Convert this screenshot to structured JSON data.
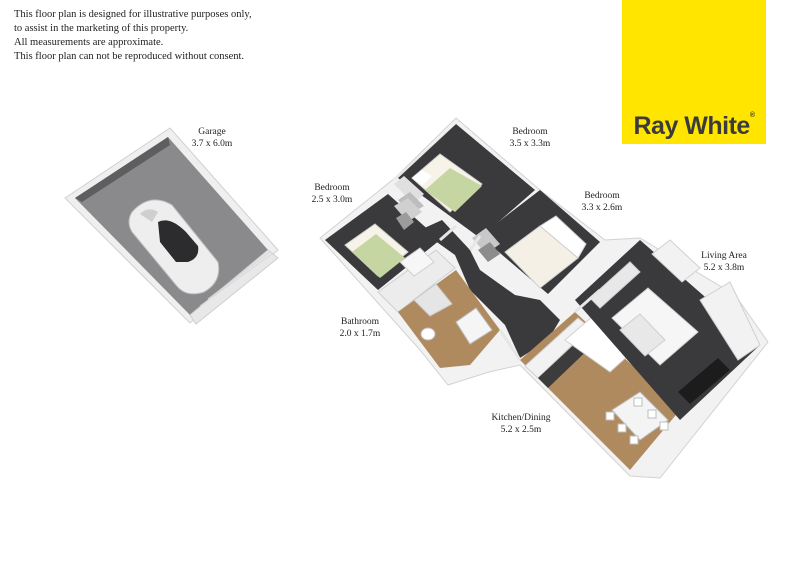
{
  "disclaimer": [
    "This floor plan is designed for illustrative purposes only,",
    "to assist in the marketing of this property.",
    "All measurements are approximate.",
    "This floor plan can not be reproduced without consent."
  ],
  "logo": {
    "text": "Ray White",
    "reg_mark": "®",
    "background": "#ffe500",
    "color": "#3b3b3b"
  },
  "rooms": {
    "garage": {
      "name": "Garage",
      "size": "3.7 x 6.0m"
    },
    "bedroom1": {
      "name": "Bedroom",
      "size": "3.5 x 3.3m"
    },
    "bedroom2": {
      "name": "Bedroom",
      "size": "2.5 x 3.0m"
    },
    "bedroom3": {
      "name": "Bedroom",
      "size": "3.3 x 2.6m"
    },
    "living": {
      "name": "Living Area",
      "size": "5.2 x 3.8m"
    },
    "bathroom": {
      "name": "Bathroom",
      "size": "2.0 x 1.7m"
    },
    "kitchen": {
      "name": "Kitchen/Dining",
      "size": "5.2 x 2.5m"
    }
  },
  "colors": {
    "carpet": "#3a3a3c",
    "wall": "#f4f4f4",
    "timber": "#b08a5f",
    "bed_cover": "#c5d6a2",
    "concrete": "#7e7e80"
  }
}
